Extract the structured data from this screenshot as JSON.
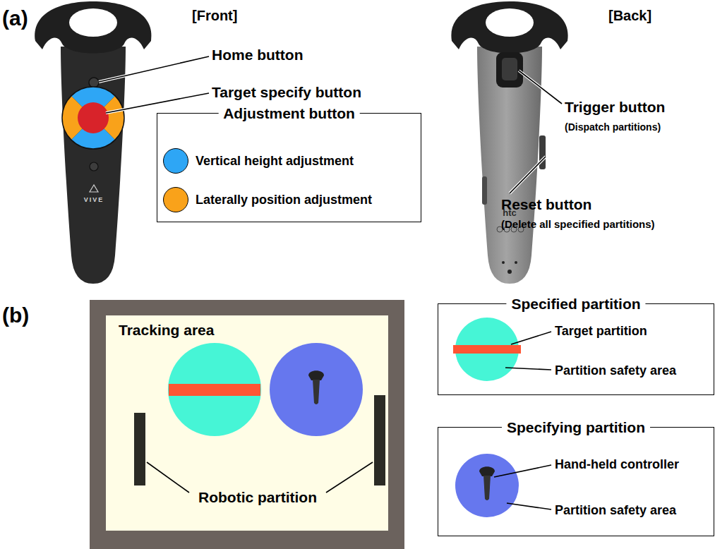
{
  "diagram": {
    "nodes": [
      {
        "text": [
          "Adjustment button"
        ]
      },
      {
        "text": [
          "Tracking area",
          "Robotic partition"
        ]
      },
      {
        "text": [
          "Specified partition",
          "Target partition",
          "Partition safety area"
        ]
      },
      {
        "text": [
          "Specifying partition",
          "Hand-held controller",
          "Partition safety area"
        ]
      }
    ],
    "labels": [
      "(a)",
      "[Front]",
      "Home button",
      "Target specify button",
      "VIVE",
      "[Back]",
      "Trigger button",
      "(Dispatch partitions)",
      "Reset button",
      "(Delete all specified partitions)",
      "htc",
      "(b)"
    ],
    "legend": [
      {
        "text": "Vertical height adjustment",
        "color": "#2ea6f5"
      },
      {
        "text": "Laterally position adjustment",
        "color": "#f9a21a"
      }
    ]
  }
}
